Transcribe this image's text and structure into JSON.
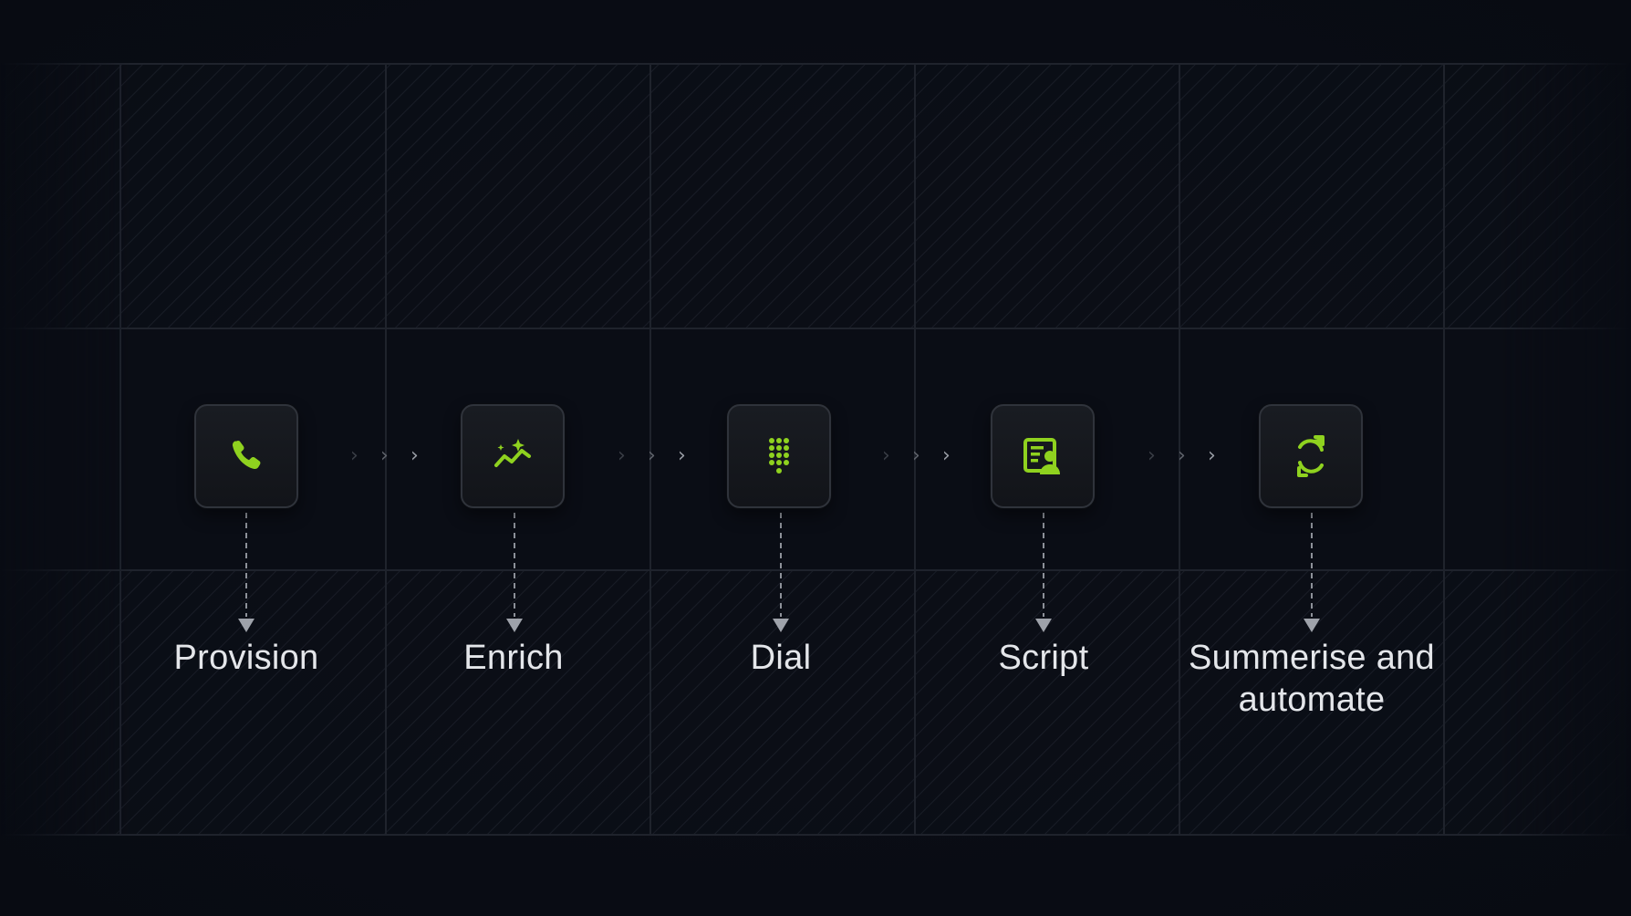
{
  "accent_color": "#8fd21f",
  "steps": [
    {
      "label": "Provision",
      "icon": "phone-icon"
    },
    {
      "label": "Enrich",
      "icon": "sparkle-trend-icon"
    },
    {
      "label": "Dial",
      "icon": "dialpad-icon"
    },
    {
      "label": "Script",
      "icon": "script-contact-icon"
    },
    {
      "label": "Summerise and automate",
      "icon": "refresh-icon"
    }
  ]
}
